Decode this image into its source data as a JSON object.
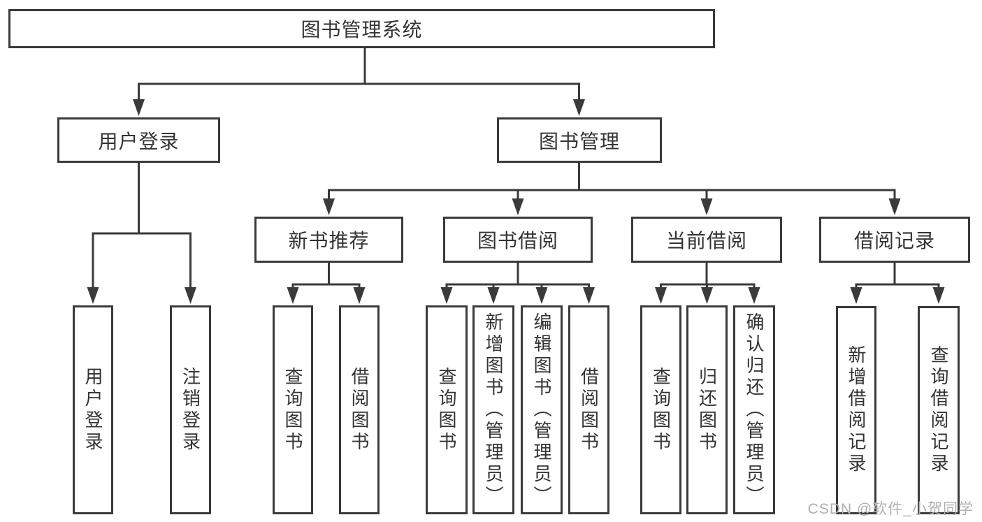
{
  "tree": {
    "label": "图书管理系统",
    "children": [
      {
        "label": "用户登录",
        "children": [
          {
            "label": "用户登录"
          },
          {
            "label": "注销登录"
          }
        ]
      },
      {
        "label": "图书管理",
        "children": [
          {
            "label": "新书推荐",
            "children": [
              {
                "label": "查询图书"
              },
              {
                "label": "借阅图书"
              }
            ]
          },
          {
            "label": "图书借阅",
            "children": [
              {
                "label": "查询图书"
              },
              {
                "label": "新增图书（管理员）"
              },
              {
                "label": "编辑图书（管理员）"
              },
              {
                "label": "借阅图书"
              }
            ]
          },
          {
            "label": "当前借阅",
            "children": [
              {
                "label": "查询图书"
              },
              {
                "label": "归还图书"
              },
              {
                "label": "确认归还（管理员）"
              }
            ]
          },
          {
            "label": "借阅记录",
            "children": [
              {
                "label": "新增借阅记录"
              },
              {
                "label": "查询借阅记录"
              }
            ]
          }
        ]
      }
    ]
  },
  "watermark": "CSDN @软件_小贺同学",
  "colors": {
    "line": "#3a3a3a",
    "text": "#333333",
    "watermark": "#b0b0b0",
    "background": "#ffffff"
  }
}
